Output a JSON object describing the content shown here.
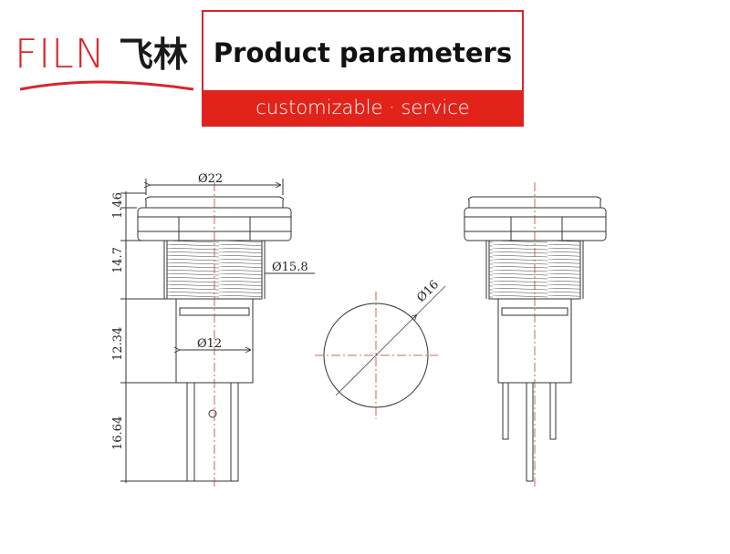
{
  "brand": {
    "latin": "FILN",
    "cjk": "飞林"
  },
  "header": {
    "title": "Product parameters",
    "subtitle": "customizable · service",
    "accent_color": "#e2231a"
  },
  "dimensions": {
    "flange_diameter": "Ø22",
    "thread_diameter": "Ø15.8",
    "body_diameter": "Ø12",
    "lens_diameter": "Ø16",
    "flange_height": "1.46",
    "thread_length": "14.7",
    "body_length": "12.34",
    "terminal_length": "16.64"
  }
}
